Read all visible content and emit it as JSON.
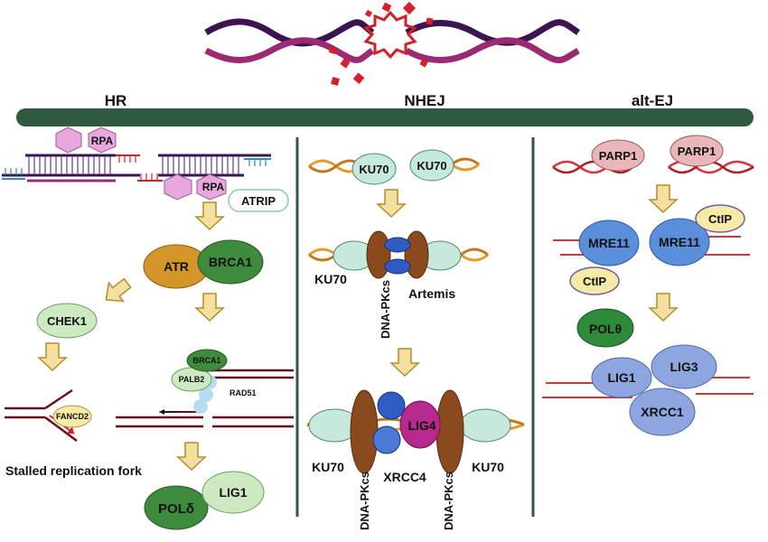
{
  "sections": {
    "hr": "HR",
    "nhej": "NHEJ",
    "altej": "alt-EJ"
  },
  "hr": {
    "rpa_top": "RPA",
    "rpa_bottom": "RPA",
    "atrip": "ATRIP",
    "atr": "ATR",
    "brca1": "BRCA1",
    "chek1": "CHEK1",
    "fancd2": "FANCD2",
    "stalled": "Stalled replication fork",
    "brca1_small": "BRCA1",
    "palb2": "PALB2",
    "rad51": "RAD51",
    "pold": "POLδ",
    "lig1": "LIG1"
  },
  "nhej": {
    "ku70_a": "KU70",
    "ku70_b": "KU70",
    "ku70_c": "KU70",
    "dnapkcs_a": "DNA-PKcs",
    "artemis": "Artemis",
    "ku70_left": "KU70",
    "ku70_right": "KU70",
    "lig4": "LIG4",
    "xrcc4": "XRCC4",
    "dnapkcs_b": "DNA-PKcs",
    "dnapkcs_c": "DNA-PKcs"
  },
  "altej": {
    "parp1_a": "PARP1",
    "parp1_b": "PARP1",
    "mre11_a": "MRE11",
    "mre11_b": "MRE11",
    "ctip_a": "CtIP",
    "ctip_b": "CtIP",
    "polq": "POLθ",
    "lig1": "LIG1",
    "lig3": "LIG3",
    "xrcc1": "XRCC1"
  },
  "colors": {
    "membrane": "#2f5a3f",
    "dna_dark": "#3a1550",
    "dna_light": "#9b2a72",
    "break": "#d61f2a",
    "rpa": "#e8a8dd",
    "arrow": "#f5df9e",
    "arrow_stroke": "#b08d2e",
    "ku70": "#c7e9dc",
    "dnapkcs": "#8b4a1e",
    "artemis": "#2e5bc4",
    "lig4": "#b52a8c",
    "parp1": "#e9b7b9",
    "mre11": "#5b8fdc",
    "ctip": "#f6eaa7",
    "polg": "#2e8b3a",
    "lig_blue": "#8ea6e0",
    "atr": "#d4952a",
    "brca1": "#3e8b3d",
    "chek1": "#cde9c1",
    "dna_orange": "#e79a2a",
    "dna_red": "#d8343b"
  }
}
